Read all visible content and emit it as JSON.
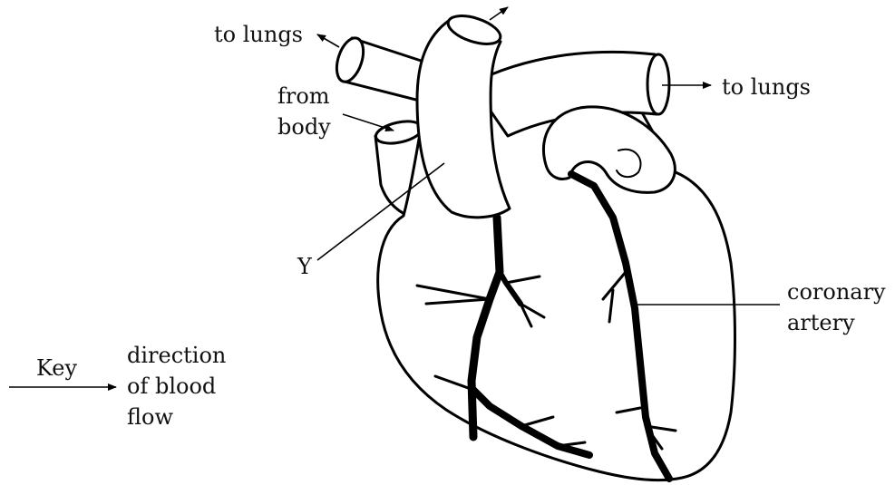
{
  "labels": {
    "to_lungs_left": "to lungs",
    "to_lungs_right": "to lungs",
    "from_body_1": "from",
    "from_body_2": "body",
    "y": "Y",
    "coronary_1": "coronary",
    "coronary_2": "artery",
    "key": "Key",
    "key_desc_1": "direction",
    "key_desc_2": "of blood",
    "key_desc_3": "flow"
  },
  "colors": {
    "ink": "#000000",
    "background": "#ffffff"
  }
}
